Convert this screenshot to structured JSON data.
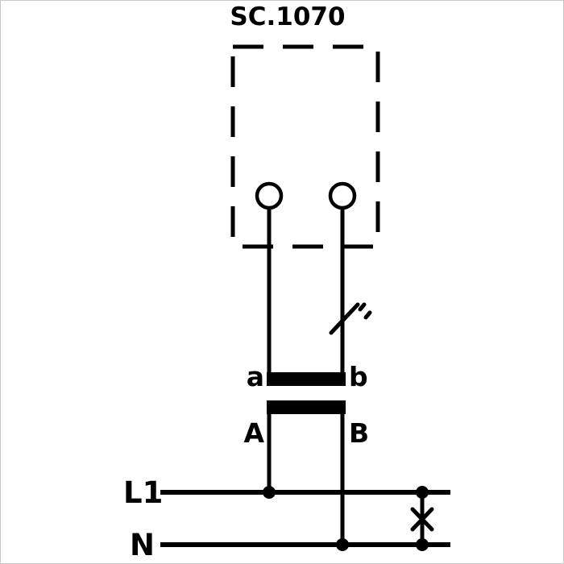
{
  "title": "SC.1070",
  "labels": {
    "secondary_left": "a",
    "secondary_right": "b",
    "primary_left": "A",
    "primary_right": "B",
    "phase_line": "L1",
    "neutral_line": "N"
  },
  "colors": {
    "ink": "#000000",
    "background": "#ffffff"
  }
}
